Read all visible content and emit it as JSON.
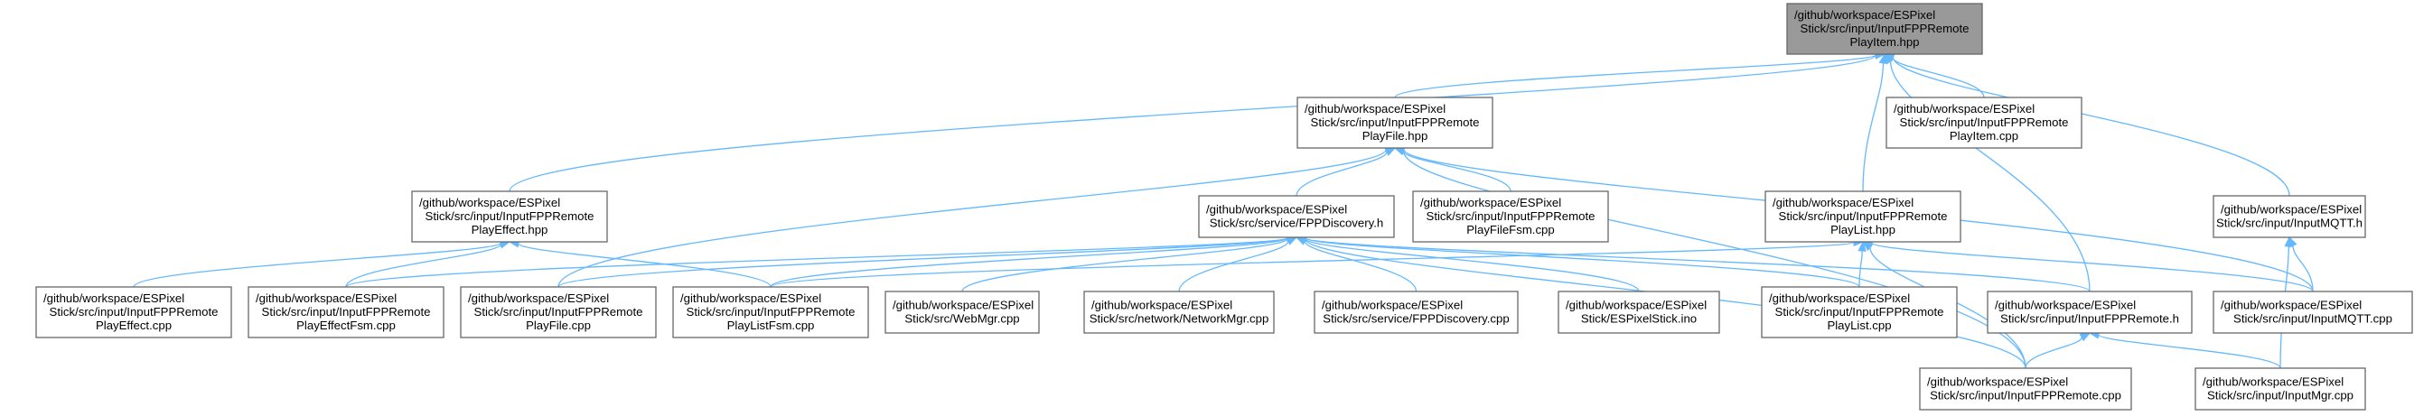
{
  "graph": {
    "nodes": [
      {
        "id": "PlayItemHpp",
        "lines": [
          "/github/workspace/ESPixel",
          "Stick/src/input/InputFPPRemote",
          "PlayItem.hpp"
        ],
        "focus": true
      },
      {
        "id": "PlayFileHpp",
        "lines": [
          "/github/workspace/ESPixel",
          "Stick/src/input/InputFPPRemote",
          "PlayFile.hpp"
        ]
      },
      {
        "id": "PlayItemCpp",
        "lines": [
          "/github/workspace/ESPixel",
          "Stick/src/input/InputFPPRemote",
          "PlayItem.cpp"
        ]
      },
      {
        "id": "PlayEffectHpp",
        "lines": [
          "/github/workspace/ESPixel",
          "Stick/src/input/InputFPPRemote",
          "PlayEffect.hpp"
        ]
      },
      {
        "id": "FPPDiscoveryH",
        "lines": [
          "/github/workspace/ESPixel",
          "Stick/src/service/FPPDiscovery.h"
        ]
      },
      {
        "id": "PlayFileFsmCpp",
        "lines": [
          "/github/workspace/ESPixel",
          "Stick/src/input/InputFPPRemote",
          "PlayFileFsm.cpp"
        ]
      },
      {
        "id": "PlayListHpp",
        "lines": [
          "/github/workspace/ESPixel",
          "Stick/src/input/InputFPPRemote",
          "PlayList.hpp"
        ]
      },
      {
        "id": "InputMQTTH",
        "lines": [
          "/github/workspace/ESPixel",
          "Stick/src/input/InputMQTT.h"
        ]
      },
      {
        "id": "PlayEffectCpp",
        "lines": [
          "/github/workspace/ESPixel",
          "Stick/src/input/InputFPPRemote",
          "PlayEffect.cpp"
        ]
      },
      {
        "id": "PlayEffectFsmCpp",
        "lines": [
          "/github/workspace/ESPixel",
          "Stick/src/input/InputFPPRemote",
          "PlayEffectFsm.cpp"
        ]
      },
      {
        "id": "PlayFileCpp",
        "lines": [
          "/github/workspace/ESPixel",
          "Stick/src/input/InputFPPRemote",
          "PlayFile.cpp"
        ]
      },
      {
        "id": "PlayListFsmCpp",
        "lines": [
          "/github/workspace/ESPixel",
          "Stick/src/input/InputFPPRemote",
          "PlayListFsm.cpp"
        ]
      },
      {
        "id": "WebMgrCpp",
        "lines": [
          "/github/workspace/ESPixel",
          "Stick/src/WebMgr.cpp"
        ]
      },
      {
        "id": "NetworkMgrCpp",
        "lines": [
          "/github/workspace/ESPixel",
          "Stick/src/network/NetworkMgr.cpp"
        ]
      },
      {
        "id": "FPPDiscoveryCpp",
        "lines": [
          "/github/workspace/ESPixel",
          "Stick/src/service/FPPDiscovery.cpp"
        ]
      },
      {
        "id": "ESPixelStickIno",
        "lines": [
          "/github/workspace/ESPixel",
          "Stick/ESPixelStick.ino"
        ]
      },
      {
        "id": "PlayListCpp",
        "lines": [
          "/github/workspace/ESPixel",
          "Stick/src/input/InputFPPRemote",
          "PlayList.cpp"
        ]
      },
      {
        "id": "InputFPPRemoteH",
        "lines": [
          "/github/workspace/ESPixel",
          "Stick/src/input/InputFPPRemote.h"
        ]
      },
      {
        "id": "InputMQTTCpp",
        "lines": [
          "/github/workspace/ESPixel",
          "Stick/src/input/InputMQTT.cpp"
        ]
      },
      {
        "id": "InputFPPRemoteCpp",
        "lines": [
          "/github/workspace/ESPixel",
          "Stick/src/input/InputFPPRemote.cpp"
        ]
      },
      {
        "id": "InputMgrCpp",
        "lines": [
          "/github/workspace/ESPixel",
          "Stick/src/input/InputMgr.cpp"
        ]
      }
    ],
    "edges": [
      [
        "PlayItemHpp",
        "PlayFileHpp"
      ],
      [
        "PlayItemHpp",
        "PlayItemCpp"
      ],
      [
        "PlayItemHpp",
        "PlayEffectHpp"
      ],
      [
        "PlayItemHpp",
        "PlayListHpp"
      ],
      [
        "PlayItemHpp",
        "InputFPPRemoteH"
      ],
      [
        "PlayItemHpp",
        "InputMQTTH"
      ],
      [
        "PlayFileHpp",
        "FPPDiscoveryH"
      ],
      [
        "PlayFileHpp",
        "PlayFileFsmCpp"
      ],
      [
        "PlayFileHpp",
        "PlayFileCpp"
      ],
      [
        "PlayFileHpp",
        "InputFPPRemoteCpp"
      ],
      [
        "PlayFileHpp",
        "InputMQTTCpp"
      ],
      [
        "PlayEffectHpp",
        "PlayEffectCpp"
      ],
      [
        "PlayEffectHpp",
        "PlayEffectFsmCpp"
      ],
      [
        "PlayEffectHpp",
        "PlayListFsmCpp"
      ],
      [
        "FPPDiscoveryH",
        "PlayEffectFsmCpp"
      ],
      [
        "FPPDiscoveryH",
        "PlayFileCpp"
      ],
      [
        "FPPDiscoveryH",
        "PlayListFsmCpp"
      ],
      [
        "FPPDiscoveryH",
        "WebMgrCpp"
      ],
      [
        "FPPDiscoveryH",
        "NetworkMgrCpp"
      ],
      [
        "FPPDiscoveryH",
        "FPPDiscoveryCpp"
      ],
      [
        "FPPDiscoveryH",
        "ESPixelStickIno"
      ],
      [
        "FPPDiscoveryH",
        "PlayListCpp"
      ],
      [
        "FPPDiscoveryH",
        "InputFPPRemoteH"
      ],
      [
        "FPPDiscoveryH",
        "InputFPPRemoteCpp"
      ],
      [
        "PlayListHpp",
        "PlayListFsmCpp"
      ],
      [
        "PlayListHpp",
        "PlayListCpp"
      ],
      [
        "PlayListHpp",
        "InputMQTTCpp"
      ],
      [
        "PlayListHpp",
        "InputFPPRemoteCpp"
      ],
      [
        "InputMQTTH",
        "InputMQTTCpp"
      ],
      [
        "InputMQTTH",
        "InputMgrCpp"
      ],
      [
        "InputFPPRemoteH",
        "InputFPPRemoteCpp"
      ],
      [
        "InputFPPRemoteH",
        "InputMgrCpp"
      ]
    ]
  }
}
